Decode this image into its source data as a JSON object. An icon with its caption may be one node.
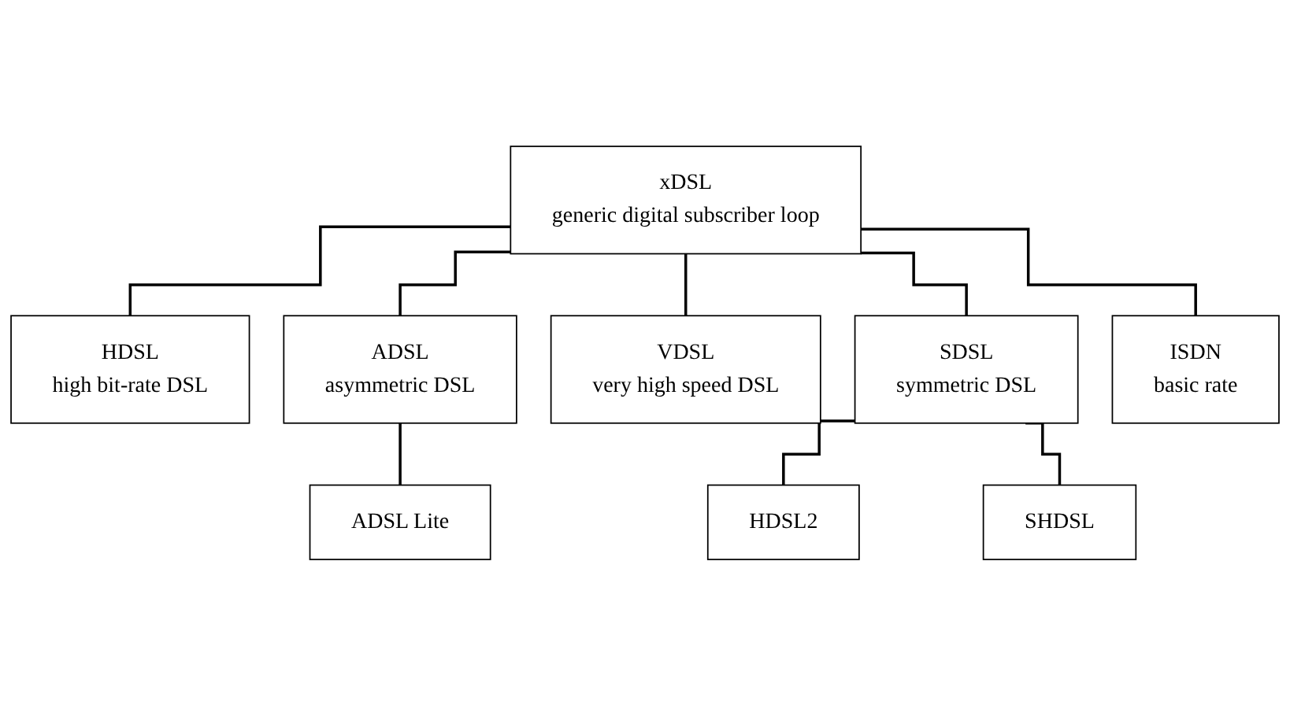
{
  "diagram": {
    "nodes": [
      {
        "text": [
          "xDSL",
          "generic digital subscriber loop"
        ]
      },
      {
        "text": [
          "HDSL",
          "high bit-rate DSL"
        ]
      },
      {
        "text": [
          "ADSL",
          "asymmetric DSL"
        ]
      },
      {
        "text": [
          "VDSL",
          "very high speed DSL"
        ]
      },
      {
        "text": [
          "SDSL",
          "symmetric DSL"
        ]
      },
      {
        "text": [
          "ADSL Lite"
        ]
      },
      {
        "text": [
          "HDSL2"
        ]
      },
      {
        "text": [
          "SHDSL"
        ]
      },
      {
        "text": [
          "ISDN",
          "basic rate"
        ]
      }
    ],
    "edges": [
      {
        "from": 0,
        "to": 8,
        "arrow": "none"
      },
      {
        "from": 0,
        "to": 1,
        "arrow": "none"
      },
      {
        "from": 0,
        "to": 2,
        "arrow": "none"
      },
      {
        "from": 0,
        "to": 3,
        "arrow": "none"
      },
      {
        "from": 0,
        "to": 4,
        "arrow": "none"
      },
      {
        "from": 2,
        "to": 5,
        "arrow": "none"
      },
      {
        "from": 4,
        "to": 6,
        "arrow": "none"
      },
      {
        "from": 4,
        "to": 7,
        "arrow": "none"
      }
    ]
  }
}
